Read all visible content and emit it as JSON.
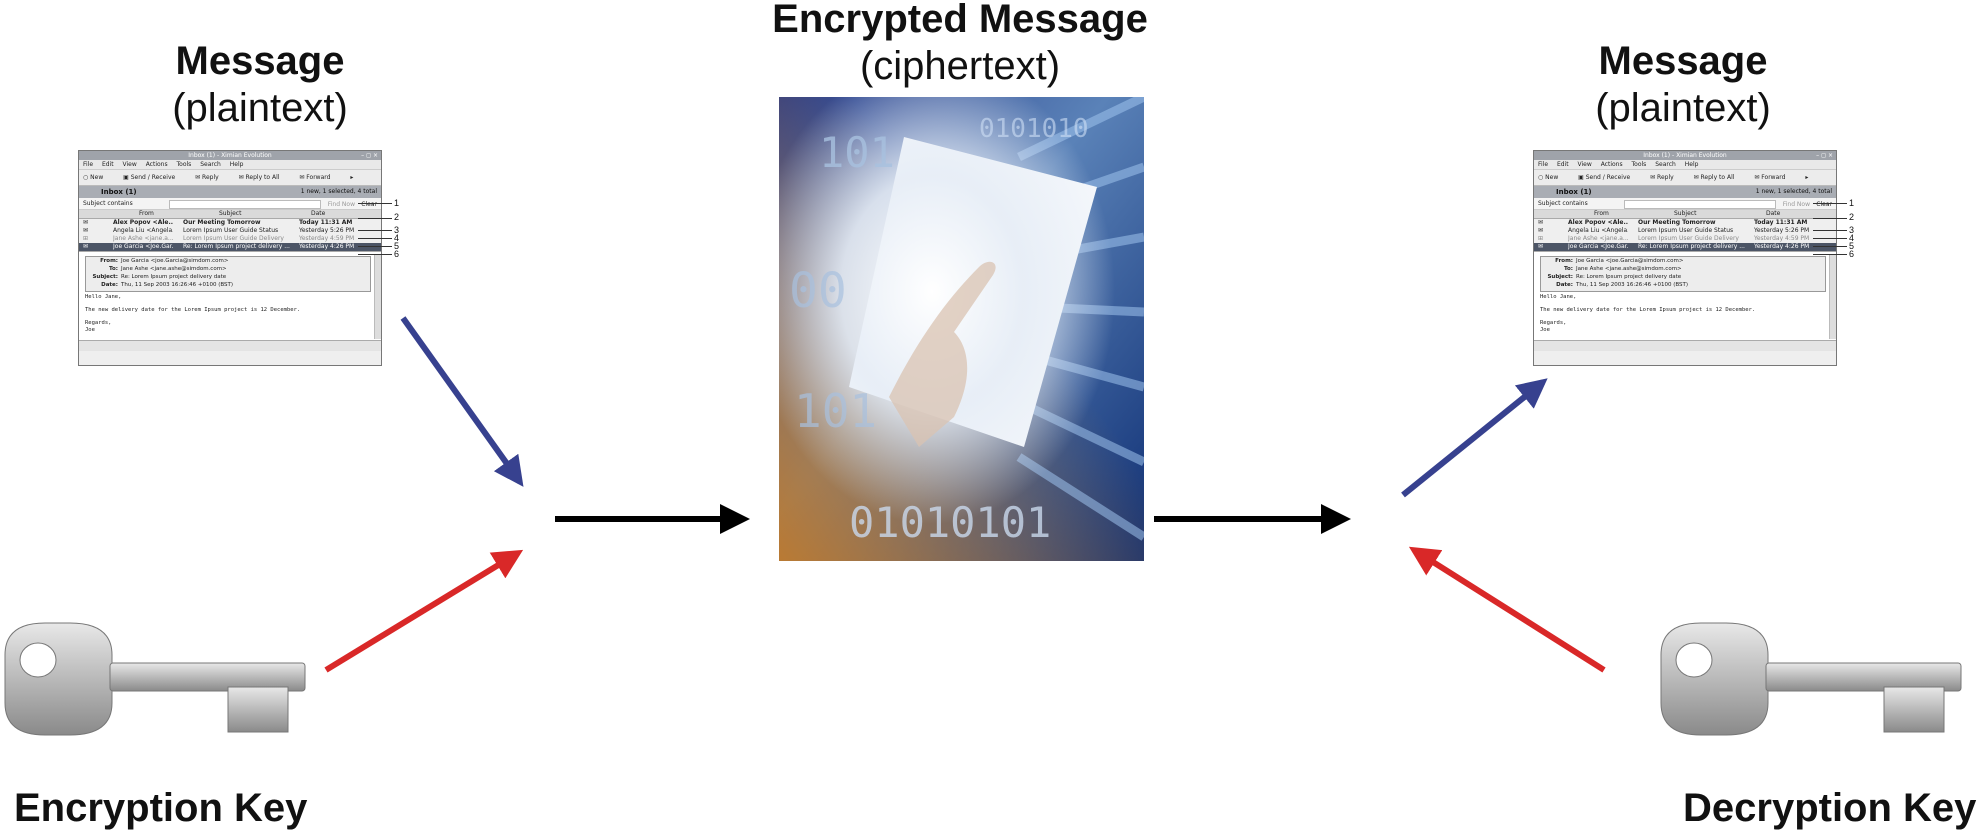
{
  "left_heading": {
    "title": "Message",
    "subtitle": "(plaintext)"
  },
  "center_heading": {
    "title": "Encrypted Message",
    "subtitle": "(ciphertext)"
  },
  "right_heading": {
    "title": "Message",
    "subtitle": "(plaintext)"
  },
  "encryption_key_label": "Encryption Key",
  "decryption_key_label": "Decryption Key",
  "colors": {
    "blue_arrow": "#37418f",
    "red_arrow": "#d92828",
    "black_arrow": "#000000"
  },
  "icons": [
    "key-icon",
    "arrow-right-icon",
    "arrow-diagonal-icon"
  ],
  "email_window": {
    "title": "Inbox (1) - Ximian Evolution",
    "menu": [
      "File",
      "Edit",
      "View",
      "Actions",
      "Tools",
      "Search",
      "Help"
    ],
    "toolbar": [
      "New",
      "Send / Receive",
      "Reply",
      "Reply to All",
      "Forward"
    ],
    "folder": "Inbox (1)",
    "folder_count": "1 new, 1 selected, 4 total",
    "search_label": "Subject contains",
    "find_now": "Find Now",
    "clear": "Clear",
    "columns": {
      "from": "From",
      "subject": "Subject",
      "date": "Date"
    },
    "rows": [
      {
        "from": "Alex Popov <Ale...",
        "subject": "Our Meeting Tomorrow",
        "date": "Today 11:31 AM"
      },
      {
        "from": "Angela Liu <Angela...",
        "subject": "Lorem Ipsum User Guide Status",
        "date": "Yesterday 5:26 PM"
      },
      {
        "from": "Jane Ashe <jane.a...",
        "subject": "Lorem Ipsum User Guide Delivery",
        "date": "Yesterday 4:59 PM"
      },
      {
        "from": "Joe Garcia <Joe.Gar...",
        "subject": "Re: Lorem Ipsum project delivery ...",
        "date": "Yesterday 4:26 PM"
      }
    ],
    "preview": {
      "from_label": "From:",
      "from": "Joe Garcia <joe.Garcia@simdom.com>",
      "to_label": "To:",
      "to": "Jane Ashe <jane.ashe@simdom.com>",
      "subject_label": "Subject:",
      "subject": "Re: Lorem Ipsum project delivery date",
      "date_label": "Date:",
      "date": "Thu, 11 Sep 2003 16:26:46 +0100 (BST)",
      "greeting": "Hello Jane,",
      "body": "The new delivery date for the Lorem Ipsum project is 12 December.",
      "signoff": "Regards,",
      "signature": "Joe"
    },
    "callouts": [
      "1",
      "2",
      "3",
      "4",
      "5",
      "6"
    ]
  }
}
